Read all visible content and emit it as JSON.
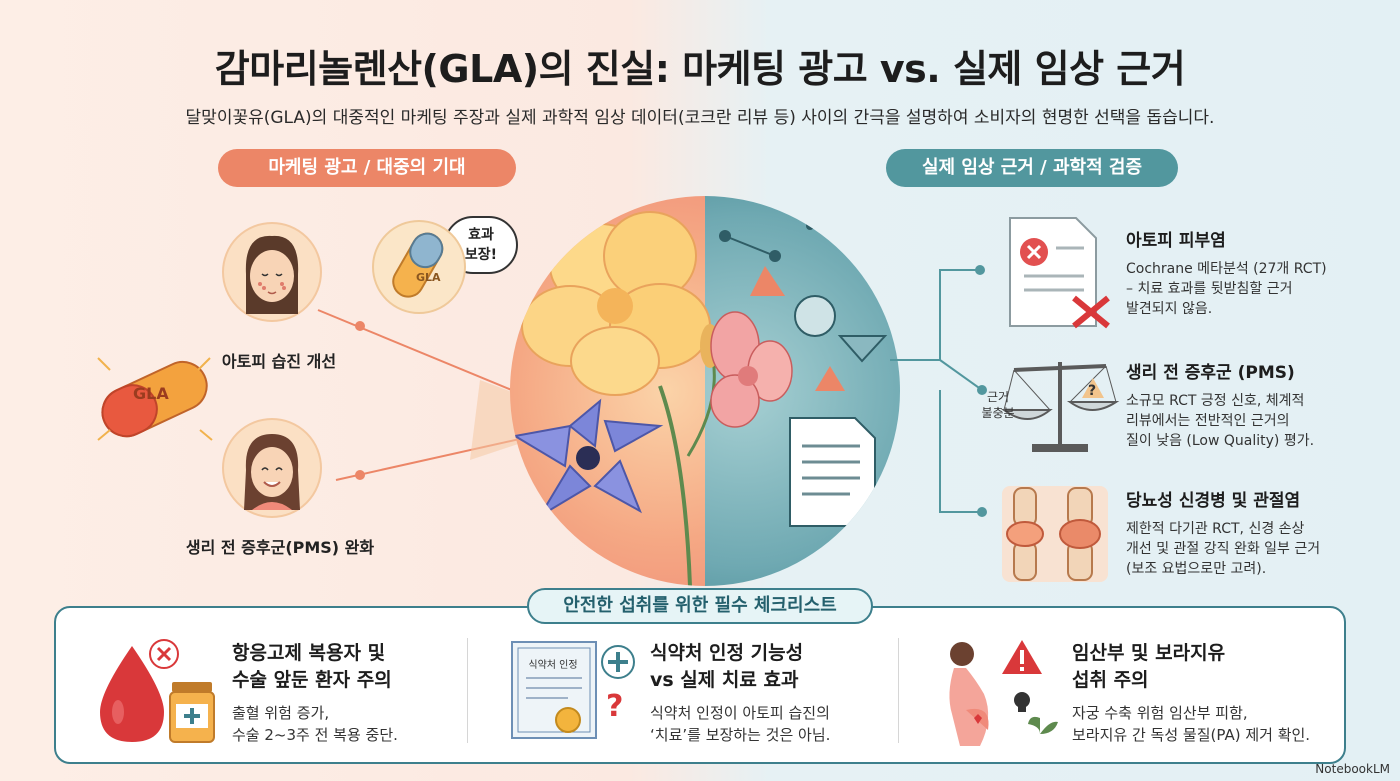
{
  "title": "감마리놀렌산(GLA)의 진실: 마케팅 광고 vs. 실제 임상 근거",
  "subtitle": "달맞이꽃유(GLA)의 대중적인 마케팅 주장과 실제 과학적 임상 데이터(코크란 리뷰 등) 사이의 간극을 설명하여 소비자의 현명한 선택을 돕습니다.",
  "left_panel": {
    "header": "마케팅 광고 / 대중의 기대",
    "capsule_label": "GLA",
    "speech_bubble": [
      "효과",
      "보장!"
    ],
    "items": [
      {
        "label": "아토피 습진 개선"
      },
      {
        "label": "생리 전 증후군(PMS) 완화"
      }
    ]
  },
  "right_panel": {
    "header": "실제 임상 근거 / 과학적 검증",
    "scale_label": [
      "근거",
      "불충분"
    ],
    "items": [
      {
        "title": "아토피 피부염",
        "lines": [
          "Cochrane 메타분석 (27개 RCT)",
          "– 치료 효과를 뒷받침할 근거",
          "발견되지 않음."
        ]
      },
      {
        "title": "생리 전 증후군 (PMS)",
        "lines": [
          "소규모 RCT 긍정 신호, 체계적",
          "리뷰에서는 전반적인 근거의",
          "질이 낮음 (Low Quality) 평가."
        ]
      },
      {
        "title": "당뇨성 신경병 및 관절염",
        "lines": [
          "제한적 다기관 RCT, 신경 손상",
          "개선 및 관절 강직 완화 일부 근거",
          "(보조 요법으로만 고려)."
        ]
      }
    ]
  },
  "checklist": {
    "header": "안전한 섭취를 위한 필수 체크리스트",
    "cert_label": "식약처 인정",
    "items": [
      {
        "title": [
          "항응고제 복용자 및",
          "수술 앞둔 환자 주의"
        ],
        "lines": [
          "출혈 위험 증가,",
          "수술 2~3주 전 복용 중단."
        ]
      },
      {
        "title": [
          "식약처 인정 기능성",
          "vs 실제 치료 효과"
        ],
        "lines": [
          "식약처 인정이 아토피 습진의",
          "‘치료’를 보장하는 것은 아님."
        ]
      },
      {
        "title": [
          "임산부 및 보라지유",
          "섭취 주의"
        ],
        "lines": [
          "자궁 수축 위험 임산부 피함,",
          "보라지유 간 독성 물질(PA) 제거 확인."
        ]
      }
    ]
  },
  "footer": "NotebookLM",
  "colors": {
    "coral": "#ec8667",
    "teal": "#52979e",
    "border": "#3d7f8c",
    "red": "#d9383a"
  }
}
